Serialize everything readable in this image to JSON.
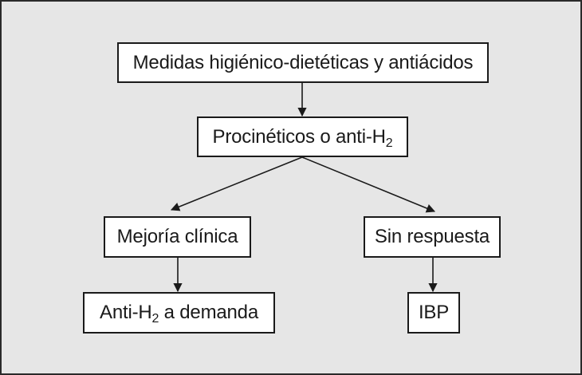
{
  "diagram": {
    "nodes": {
      "medidas": {
        "label": "Medidas higiénico-dietéticas y antiácidos"
      },
      "procineticos": {
        "label_main": "Procinéticos o anti-H",
        "label_sub": "2",
        "label_rest": ""
      },
      "mejoria": {
        "label": "Mejoría clínica"
      },
      "sin_respuesta": {
        "label": "Sin respuesta"
      },
      "antih2_demanda": {
        "label_main": "Anti-H",
        "label_sub": "2",
        "label_rest": " a demanda"
      },
      "ibp": {
        "label": "IBP"
      }
    },
    "edges": [
      {
        "from": "medidas",
        "to": "procineticos"
      },
      {
        "from": "procineticos",
        "to": "mejoria"
      },
      {
        "from": "procineticos",
        "to": "sin_respuesta"
      },
      {
        "from": "mejoria",
        "to": "antih2_demanda"
      },
      {
        "from": "sin_respuesta",
        "to": "ibp"
      }
    ],
    "colors": {
      "background": "#e6e6e6",
      "box_fill": "#ffffff",
      "stroke": "#1a1a1a"
    }
  }
}
